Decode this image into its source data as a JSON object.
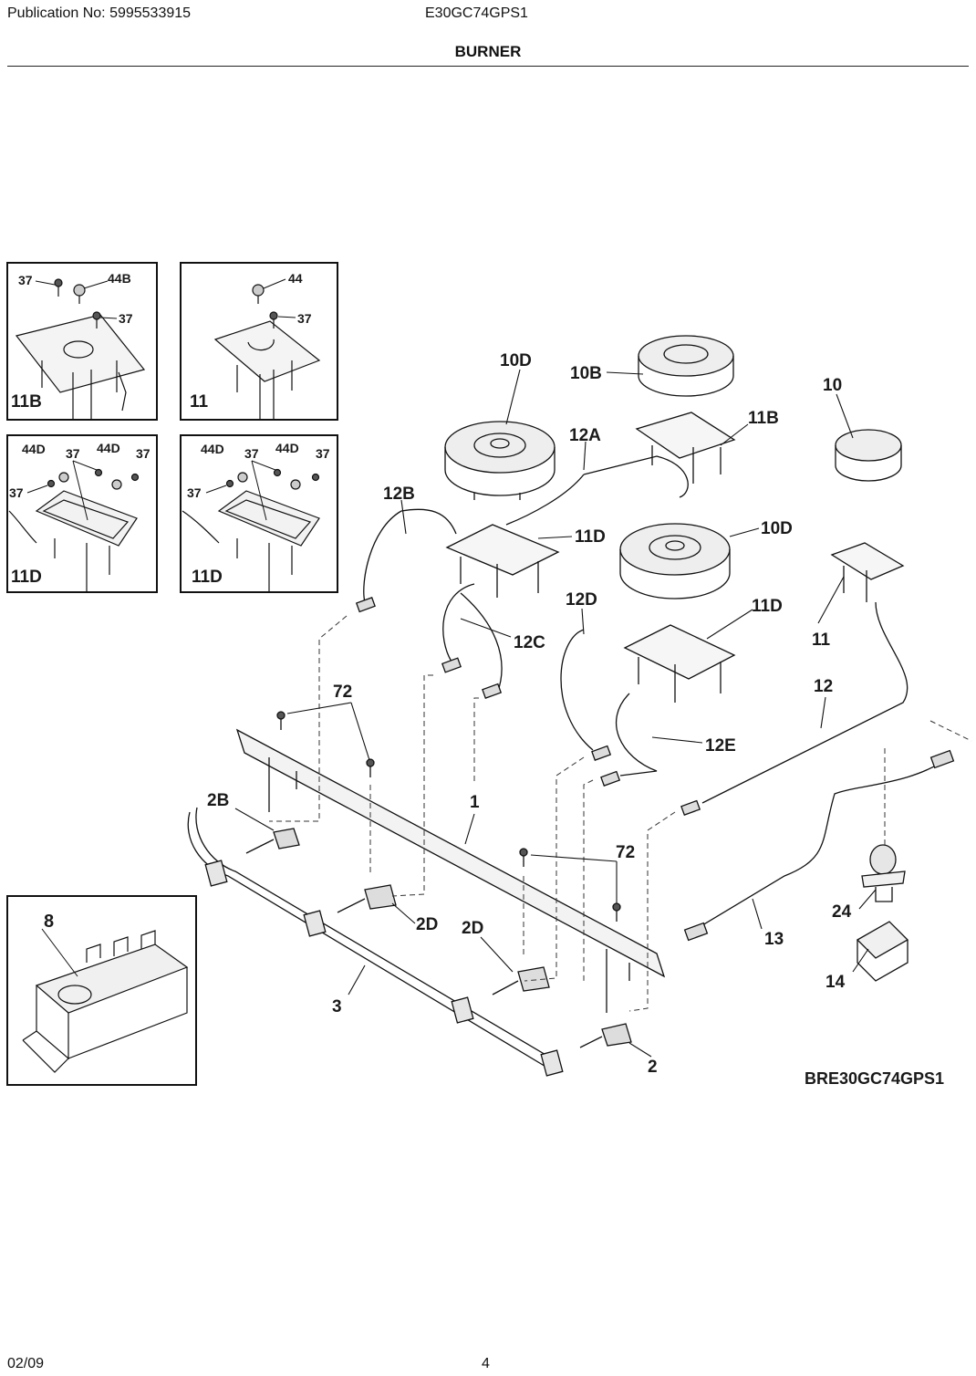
{
  "header": {
    "publication": "Publication No: 5995533915",
    "model": "E30GC74GPS1",
    "title": "BURNER"
  },
  "footer": {
    "date": "02/09",
    "page": "4"
  },
  "diagram_code": "BRE30GC74GPS1",
  "insets": [
    {
      "name": "11B",
      "labels": [
        "37",
        "44B",
        "37",
        "11B"
      ]
    },
    {
      "name": "11",
      "labels": [
        "44",
        "37",
        "11"
      ]
    },
    {
      "name": "11D-a",
      "labels": [
        "44D",
        "37",
        "44D",
        "37",
        "37",
        "11D"
      ]
    },
    {
      "name": "11D-b",
      "labels": [
        "44D",
        "37",
        "44D",
        "37",
        "37",
        "11D"
      ]
    },
    {
      "name": "8",
      "labels": [
        "8"
      ]
    }
  ],
  "callouts": [
    "10D",
    "10B",
    "10",
    "11B",
    "12A",
    "12B",
    "11D",
    "10D",
    "12D",
    "11D",
    "11",
    "12C",
    "72",
    "12",
    "12E",
    "2B",
    "1",
    "72",
    "2D",
    "2D",
    "3",
    "24",
    "13",
    "14",
    "2"
  ]
}
